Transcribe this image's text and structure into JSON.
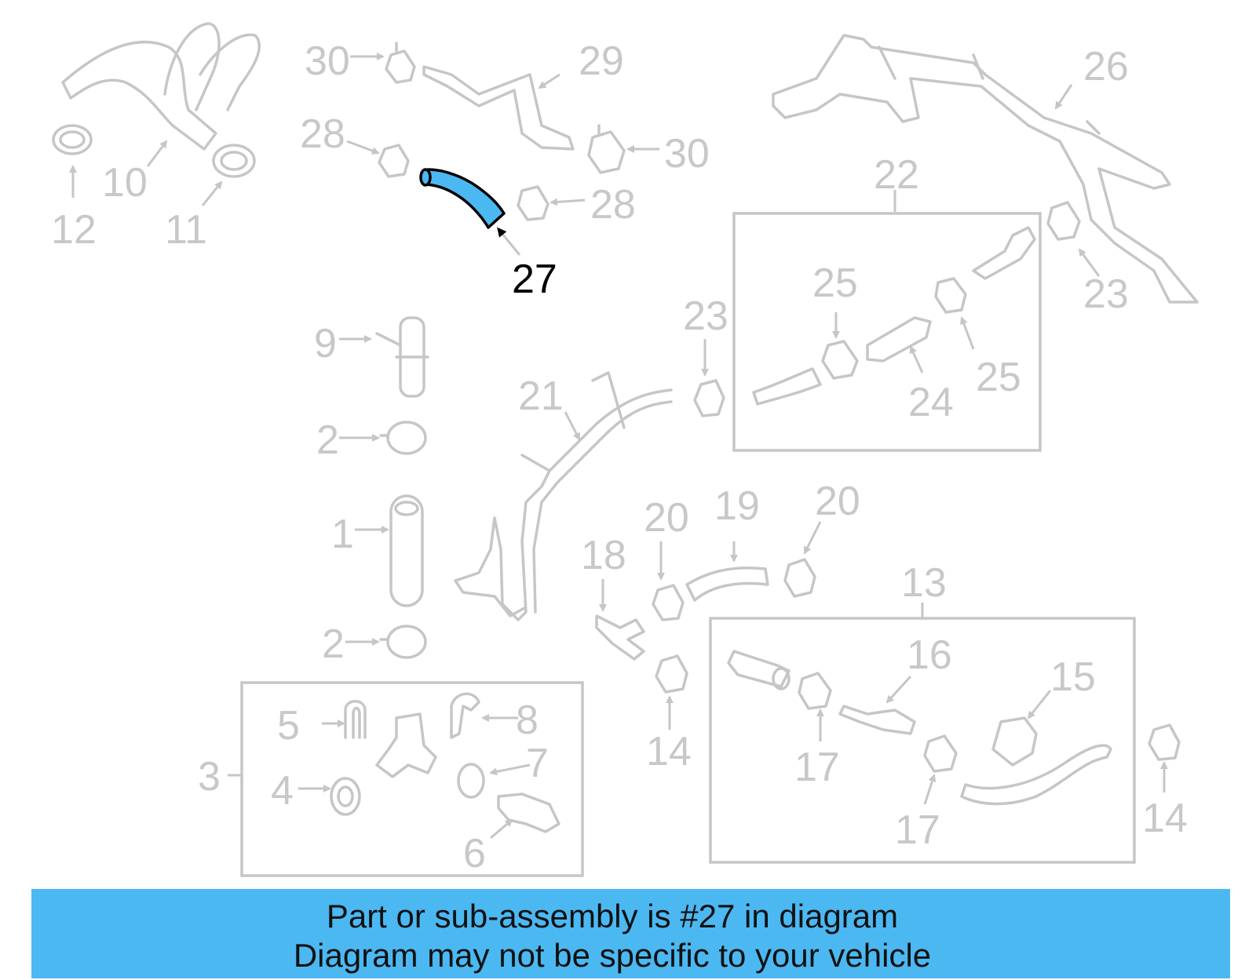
{
  "highlight_color": "#4bb8f2",
  "label_color": "#c8c8c8",
  "callouts": {
    "n1": "1",
    "n2": "2",
    "n3": "3",
    "n4": "4",
    "n5": "5",
    "n6": "6",
    "n7": "7",
    "n8": "8",
    "n9": "9",
    "n10": "10",
    "n11": "11",
    "n12": "12",
    "n13": "13",
    "n14": "14",
    "n15": "15",
    "n16": "16",
    "n17": "17",
    "n18": "18",
    "n19": "19",
    "n20": "20",
    "n21": "21",
    "n22": "22",
    "n23": "23",
    "n24": "24",
    "n25": "25",
    "n26": "26",
    "n27": "27",
    "n28": "28",
    "n29": "29",
    "n30": "30"
  },
  "highlighted_part": "27",
  "caption": {
    "line1": "Part or sub-assembly is #27 in diagram",
    "line2": "Diagram may not be specific to your vehicle"
  }
}
